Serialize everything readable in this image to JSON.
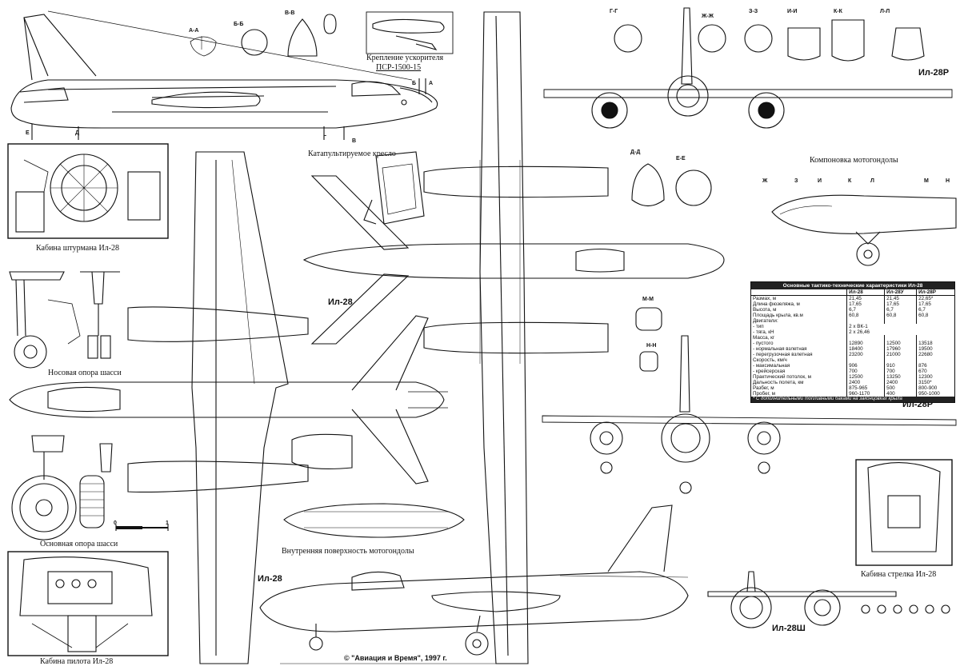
{
  "drawing": {
    "title_top_right": "Ил-28Р",
    "title_mid_right": "Ил-28Р",
    "title_center": "Ил-28",
    "title_bottom_side": "Ил-28",
    "title_bottom_right": "Ил-28Ш",
    "copyright": "©  \"Авиация и Время\", 1997 г."
  },
  "captions": {
    "booster_mount_line1": "Крепление ускорителя",
    "booster_mount_line2": "ПСР-1500-15",
    "ejection_seat": "Катапультируемое кресло",
    "navigator_cabin": "Кабина штурмана Ил-28",
    "nose_gear": "Носовая опора шасси",
    "main_gear": "Основная опора шасси",
    "pilot_cabin": "Кабина пилота Ил-28",
    "nacelle_inner": "Внутренняя поверхность мотогондолы",
    "nacelle_layout": "Компоновка мотогондолы",
    "gunner_cabin": "Кабина стрелка Ил-28"
  },
  "scale": {
    "zero": "0",
    "one": "1"
  },
  "section_labels": {
    "aa": "А-А",
    "bb": "Б-Б",
    "vv": "В-В",
    "gg": "Г-Г",
    "zhzh": "Ж-Ж",
    "zz": "З-З",
    "ii": "И-И",
    "kk": "К-К",
    "ll": "Л-Л",
    "dd": "Д-Д",
    "ee": "Е-Е",
    "mm": "М-М",
    "nn": "Н-Н",
    "mark_b": "Б",
    "mark_a": "А",
    "mark_e": "Е",
    "mark_d": "Д",
    "mark_g": "Г",
    "mark_v": "В",
    "mark_zh": "Ж",
    "mark_z": "З",
    "mark_i": "И",
    "mark_k": "К",
    "mark_l": "Л",
    "mark_m": "М",
    "mark_n": "Н"
  },
  "spec_table": {
    "title": "Основные тактико-технические характеристики Ил-28",
    "columns": [
      "",
      "Ил-28",
      "Ил-28У",
      "Ил-28Р"
    ],
    "rows": [
      [
        "Размах, м",
        "21,45",
        "21,45",
        "22,65*"
      ],
      [
        "Длина фюзеляжа, м",
        "17,65",
        "17,65",
        "17,65"
      ],
      [
        "Высота, м",
        "6,7",
        "6,7",
        "6,7"
      ],
      [
        "Площадь крыла, кв.м",
        "60,8",
        "60,8",
        "60,8"
      ],
      [
        "Двигатели:",
        "",
        "",
        ""
      ],
      [
        "  - тип",
        "2 х ВК-1",
        "",
        ""
      ],
      [
        "  - тяга, кН",
        "2 х 26,46",
        "",
        ""
      ],
      [
        "Масса, кг",
        "",
        "",
        ""
      ],
      [
        "  - пустого",
        "12890",
        "12500",
        "13518"
      ],
      [
        "  - нормальная взлетная",
        "18400",
        "17960",
        "19500"
      ],
      [
        "  - перегрузочная взлетная",
        "23200",
        "21000",
        "22680"
      ],
      [
        "Скорость, км/ч",
        "",
        "",
        ""
      ],
      [
        "  - максимальная",
        "906",
        "910",
        "876"
      ],
      [
        "  - крейсерская",
        "700",
        "700",
        "670"
      ],
      [
        "Практический потолок, м",
        "12500",
        "13250",
        "12300"
      ],
      [
        "Дальность полета, км",
        "2400",
        "2400",
        "3150*"
      ],
      [
        "Разбег, м",
        "875-965",
        "500",
        "800-900"
      ],
      [
        "Пробег, м",
        "960-1170",
        "400",
        "950-1000"
      ]
    ],
    "footnote": "* С дополнительными топливными баками на законцовках крыла"
  }
}
